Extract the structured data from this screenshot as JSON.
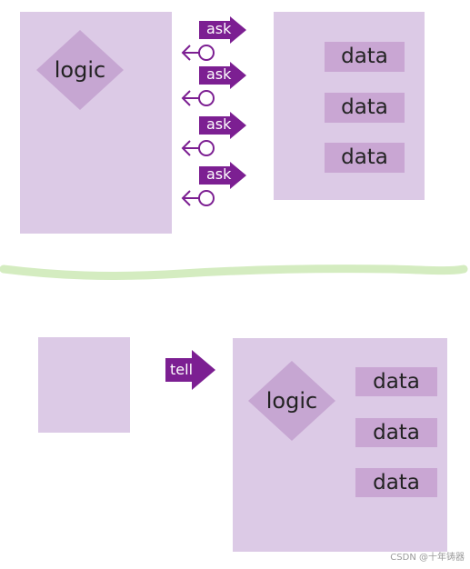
{
  "top_panel": {
    "decision_label": "logic",
    "requests": [
      "ask",
      "ask",
      "ask",
      "ask"
    ],
    "data_items": [
      "data",
      "data",
      "data"
    ]
  },
  "bottom_panel": {
    "command_label": "tell",
    "decision_label": "logic",
    "data_items": [
      "data",
      "data",
      "data"
    ]
  },
  "watermark": "CSDN @十年铸器",
  "colors": {
    "block_fill": "#dccae6",
    "diamond_fill": "#c6a6d2",
    "data_fill": "#c9a6d3",
    "arrow_fill": "#7c1f92",
    "divider_stroke": "#d4ecc0",
    "text": "#222222"
  }
}
